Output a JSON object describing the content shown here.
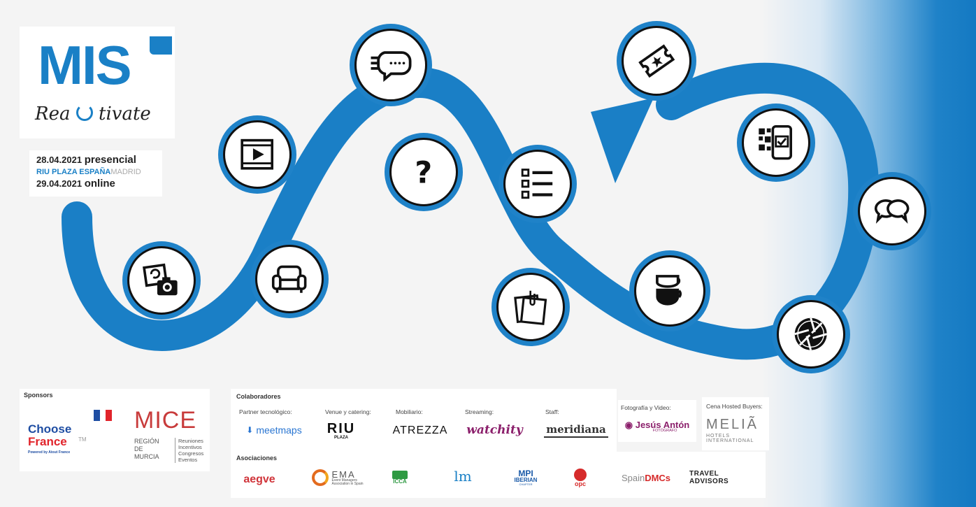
{
  "brand": {
    "logo_text": "MIS",
    "tagline_pre": "Rea",
    "tagline_post": "tivate"
  },
  "dates": {
    "line1_date": "28.04.2021",
    "line1_mode": "presencial",
    "venue_name": "RIU PLAZA ESPAÑA",
    "venue_city": "MADRID",
    "line2_date": "29.04.2021",
    "line2_mode": "online"
  },
  "journey_icons": [
    "photo-rotate-icon",
    "armchair-icon",
    "video-play-icon",
    "chat-bubble-icon",
    "question-icon",
    "checklist-icon",
    "sticky-notes-icon",
    "coffee-cups-icon",
    "ticket-star-icon",
    "qr-phone-icon",
    "speech-bubbles-icon",
    "camera-shutter-icon"
  ],
  "colors": {
    "accent": "#1f82c8",
    "dark": "#111111"
  },
  "sponsors": {
    "title": "Sponsors",
    "choose_france_1": "Choose",
    "choose_france_2": "France",
    "choose_tm": "TM",
    "choose_powered": "Powered by Atout France",
    "mice": "MICE",
    "mice_region_1": "REGIÓN",
    "mice_region_2": "DE",
    "mice_region_3": "MURCIA",
    "mice_list": [
      "Reuniones",
      "Incentivos",
      "Congresos",
      "Eventos"
    ]
  },
  "colaboradores": {
    "title": "Colaboradores",
    "partner_label": "Partner tecnológico:",
    "partner": "meetmaps",
    "venue_label": "Venue y catering:",
    "venue": "RIU",
    "venue_sub": "PLAZA",
    "mobiliario_label": "Mobiliario:",
    "mobiliario": "ATREZZA",
    "streaming_label": "Streaming:",
    "streaming": "watchity",
    "staff_label": "Staff:",
    "staff": "meridiana",
    "foto_label": "Fotografía y Video:",
    "foto": "Jesús Antón",
    "foto_sub": "FOTÓGRAFO",
    "cena_label": "Cena Hosted Buyers:",
    "cena": "MELIÃ",
    "cena_sub_1": "HOTELS",
    "cena_sub_2": "INTERNATIONAL"
  },
  "asociaciones": {
    "title": "Asociaciones",
    "items": [
      "aegve",
      "EMA",
      "ICCA",
      "lm",
      "MPI",
      "opc",
      "SpainDMCs",
      "TRAVEL ADVISORS"
    ],
    "ema_sub_1": "Event Managers",
    "ema_sub_2": "Association in Spain",
    "mpi_sub": "IBERIAN",
    "mpi_sub_2": "CHAPTER",
    "spain": "Spain",
    "dmcs": "DMCs"
  }
}
